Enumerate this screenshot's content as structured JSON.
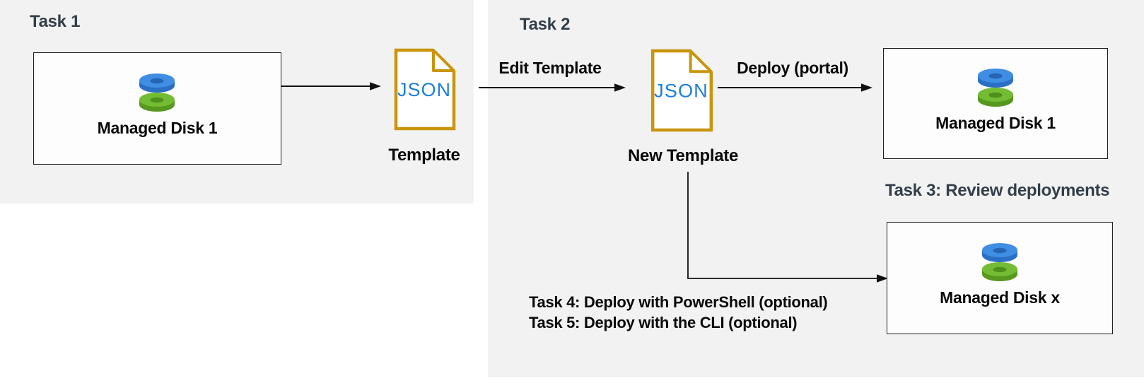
{
  "diagram": {
    "task1": {
      "heading": "Task 1",
      "disk_box": {
        "label": "Managed Disk 1"
      },
      "json_file": {
        "text": "JSON",
        "caption": "Template"
      }
    },
    "task2": {
      "heading": "Task 2",
      "edit_arrow_label": "Edit Template",
      "json_file": {
        "text": "JSON",
        "caption": "New Template"
      },
      "deploy_arrow_label": "Deploy (portal)",
      "disk_box": {
        "label": "Managed Disk 1"
      }
    },
    "task3": {
      "heading": "Task 3: Review deployments",
      "disk_box": {
        "label": "Managed Disk x"
      }
    },
    "task45": {
      "line1": "Task 4: Deploy with PowerShell (optional)",
      "line2": "Task 5: Deploy with the CLI (optional)"
    },
    "icons": {
      "managed_disk": "managed-disk-icon",
      "json_document": "json-file-icon"
    },
    "colors": {
      "panel_background": "#f2f2f2",
      "heading_text": "#333f4b",
      "label_text": "#0a0a0a",
      "json_file_outline": "#c9950c",
      "json_text": "#1e7fd7",
      "disk_blue_top": "#3f8ee4",
      "disk_blue_side": "#2b6fc4",
      "disk_green_top": "#73bc33",
      "disk_green_side": "#57981e",
      "arrow": "#111111"
    }
  }
}
